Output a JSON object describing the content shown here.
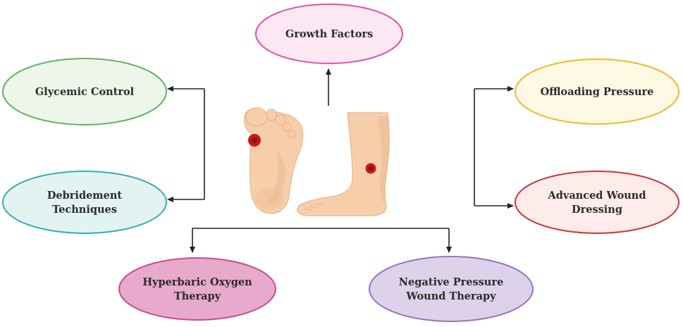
{
  "nodes": {
    "growth_factors": {
      "lines": [
        "Growth Factors"
      ],
      "fill": "#fbe8f3",
      "stroke": "#e050a8"
    },
    "glycemic_control": {
      "lines": [
        "Glycemic Control"
      ],
      "fill": "#eef6ea",
      "stroke": "#5cb55c"
    },
    "debridement": {
      "lines": [
        "Debridement",
        "Techniques"
      ],
      "fill": "#e2f3f1",
      "stroke": "#34aeb0"
    },
    "offloading_pressure": {
      "lines": [
        "Offloading Pressure"
      ],
      "fill": "#fff8e4",
      "stroke": "#f2b928"
    },
    "advanced_wound_dressing": {
      "lines": [
        "Advanced Wound",
        "Dressing"
      ],
      "fill": "#fdecea",
      "stroke": "#cc3535"
    },
    "hyperbaric_oxygen": {
      "lines": [
        "Hyperbaric Oxygen",
        "Therapy"
      ],
      "fill": "#e7a9cc",
      "stroke": "#c64e92"
    },
    "negative_pressure": {
      "lines": [
        "Negative Pressure",
        "Wound Therapy"
      ],
      "fill": "#ddd2ea",
      "stroke": "#9675bf"
    }
  },
  "colors": {
    "arrow": "#222222",
    "skin": "#f6cfaa",
    "skin_dark": "#eab48c",
    "ulcer": "#c8181e"
  }
}
